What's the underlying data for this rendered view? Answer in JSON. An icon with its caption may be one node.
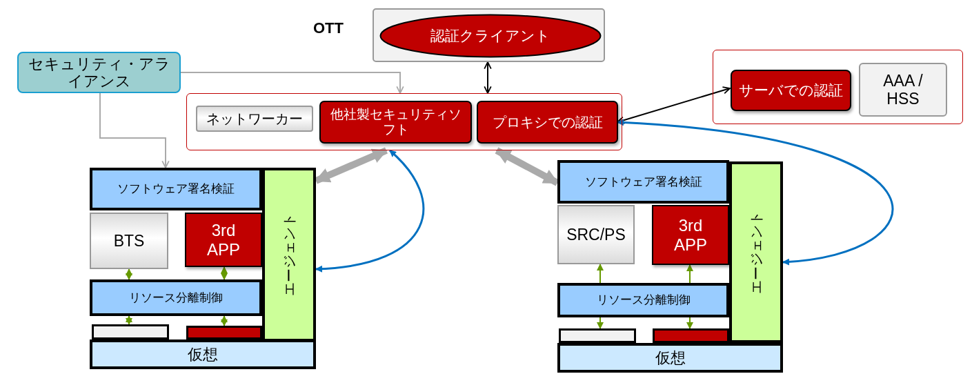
{
  "diagram": {
    "nodes": [
      {
        "text": [
          "OTT"
        ]
      },
      {
        "text": [
          "認証クライアント"
        ],
        "in": 0
      },
      {
        "text": [
          "セキュリティ・アライアンス"
        ]
      },
      {
        "text": [],
        "shape": "box"
      },
      {
        "text": [
          "ネットワーカー"
        ],
        "in": 3
      },
      {
        "text": [
          "他社製セキュリティソフト"
        ],
        "in": 3
      },
      {
        "text": [
          "プロキシでの認証"
        ],
        "in": 3
      },
      {
        "text": [],
        "shape": "box"
      },
      {
        "text": [
          "サーバでの認証"
        ],
        "in": 7
      },
      {
        "text": [
          "AAA / HSS"
        ],
        "in": 7
      },
      {
        "text": [
          "ソフトウェア署名検証"
        ]
      },
      {
        "text": [
          "BTS"
        ]
      },
      {
        "text": [
          "3rd APP"
        ]
      },
      {
        "text": [
          "リソース分離制御"
        ]
      },
      {
        "text": [],
        "shape": "bar"
      },
      {
        "text": [],
        "shape": "bar"
      },
      {
        "text": [
          "エージェント"
        ]
      },
      {
        "text": [
          "仮想"
        ]
      },
      {
        "text": [
          "ソフトウェア署名検証"
        ]
      },
      {
        "text": [
          "SRC/PS"
        ]
      },
      {
        "text": [
          "3rd APP"
        ]
      },
      {
        "text": [
          "リソース分離制御"
        ]
      },
      {
        "text": [],
        "shape": "bar"
      },
      {
        "text": [],
        "shape": "bar"
      },
      {
        "text": [
          "エージェント"
        ]
      },
      {
        "text": [
          "仮想"
        ]
      }
    ],
    "edges": [
      {
        "from": 2,
        "to": 3,
        "arrow": "to",
        "color": "#aaaaaa"
      },
      {
        "from": 2,
        "to": 10,
        "arrow": "to",
        "color": "#aaaaaa"
      },
      {
        "from": 0,
        "to": 3,
        "arrow": "both",
        "color": "#000000"
      },
      {
        "from": 6,
        "to": 8,
        "arrow": "both",
        "color": "#000000"
      },
      {
        "from": 3,
        "to": 16,
        "arrow": "both",
        "style": "thick",
        "color": "#aaaaaa"
      },
      {
        "from": 3,
        "to": 18,
        "arrow": "both",
        "style": "thick",
        "color": "#aaaaaa"
      },
      {
        "from": 3,
        "to": 16,
        "arrow": "both",
        "color": "#0070c0"
      },
      {
        "from": 6,
        "to": 24,
        "arrow": "both",
        "color": "#0070c0"
      },
      {
        "from": 11,
        "to": 13,
        "arrow": "both",
        "color": "#669900"
      },
      {
        "from": 12,
        "to": 13,
        "arrow": "both",
        "color": "#669900"
      },
      {
        "from": 13,
        "to": 14,
        "arrow": "both",
        "color": "#669900"
      },
      {
        "from": 13,
        "to": 15,
        "arrow": "both",
        "color": "#669900"
      },
      {
        "from": 21,
        "to": 19,
        "arrow": "to",
        "color": "#669900"
      },
      {
        "from": 21,
        "to": 20,
        "arrow": "to",
        "color": "#669900"
      },
      {
        "from": 21,
        "to": 22,
        "arrow": "to",
        "color": "#669900"
      },
      {
        "from": 21,
        "to": 23,
        "arrow": "to",
        "color": "#669900"
      }
    ]
  }
}
